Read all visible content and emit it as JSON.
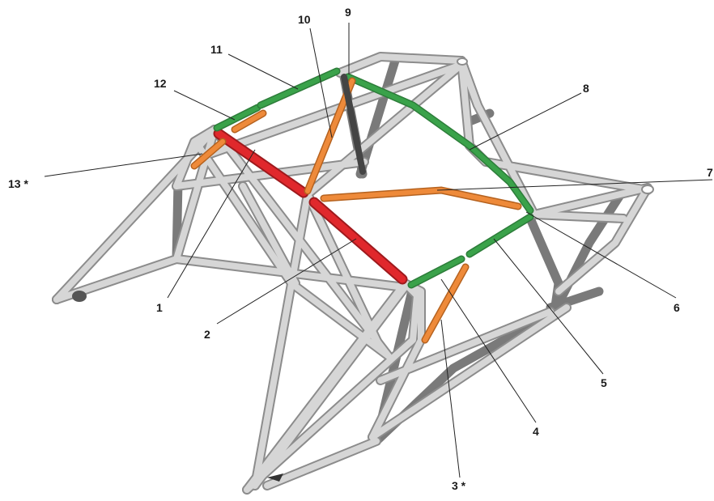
{
  "diagram": {
    "colors": {
      "tube": "#d6d6d6",
      "tube_edge": "#8c8c8c",
      "tube_dark": "#7a7a7a",
      "red": "#e0282c",
      "green": "#3aa24a",
      "orange": "#ee8a3a",
      "leader": "#222222"
    },
    "labels": {
      "l1": "1",
      "l2": "2",
      "l3": "3 *",
      "l4": "4",
      "l5": "5",
      "l6": "6",
      "l7": "7",
      "l8": "8",
      "l9": "9",
      "l10": "10",
      "l11": "11",
      "l12": "12",
      "l13": "13 *"
    }
  }
}
